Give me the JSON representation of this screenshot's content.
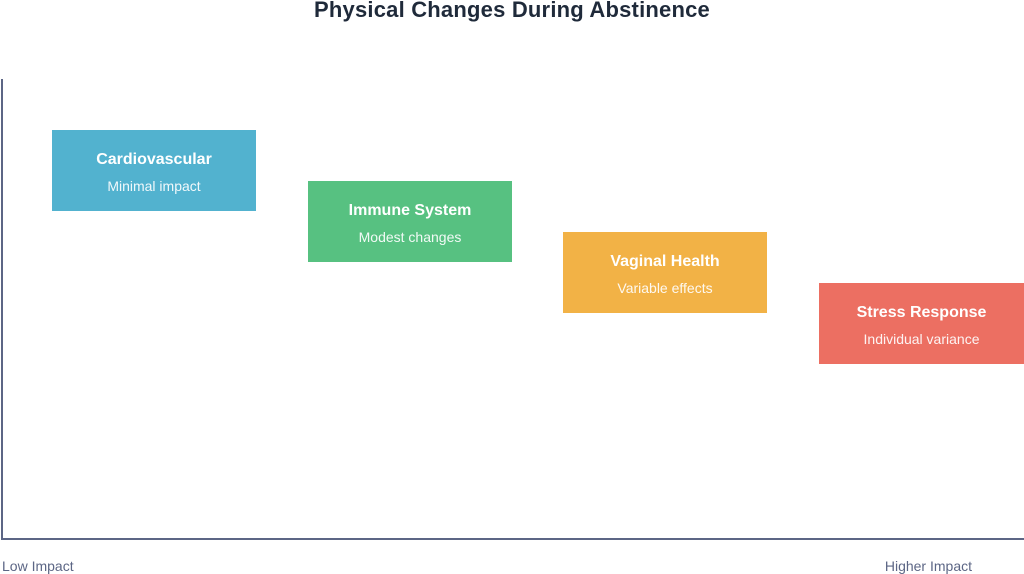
{
  "title": "Physical Changes During Abstinence",
  "axis": {
    "low_label": "Low Impact",
    "high_label": "Higher Impact"
  },
  "boxes": [
    {
      "title": "Cardiovascular",
      "subtitle": "Minimal impact",
      "color": "#52b2cf"
    },
    {
      "title": "Immune System",
      "subtitle": "Modest changes",
      "color": "#57c181"
    },
    {
      "title": "Vaginal Health",
      "subtitle": "Variable effects",
      "color": "#f2b246"
    },
    {
      "title": "Stress Response",
      "subtitle": "Individual variance",
      "color": "#ec6f62"
    }
  ]
}
